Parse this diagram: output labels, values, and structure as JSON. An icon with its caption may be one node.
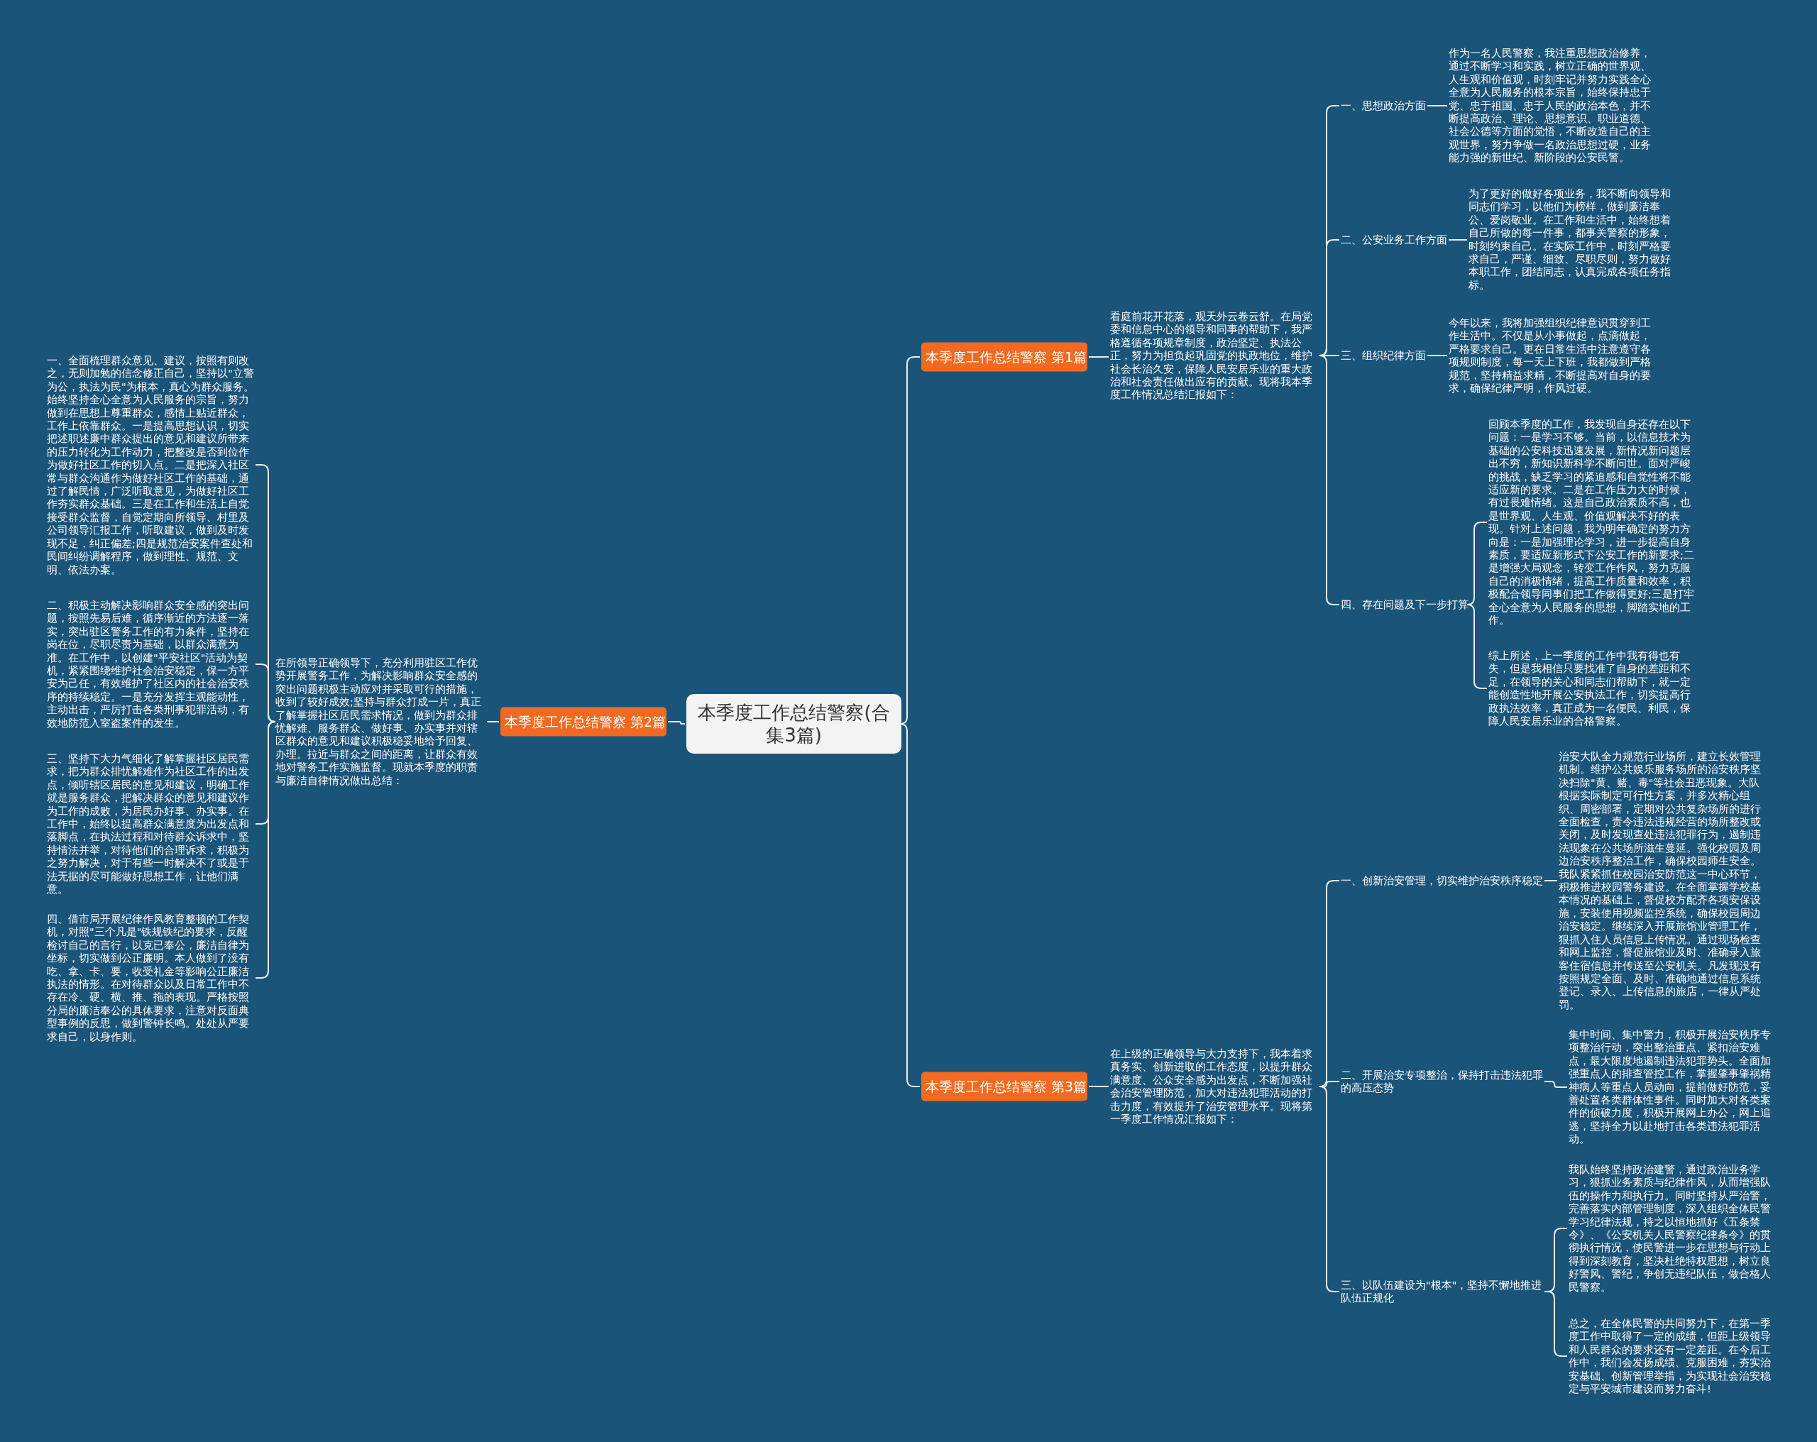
{
  "diagram": {
    "nodes": [
      {
        "text": [
          "本季度工作总结警察(合集3篇)"
        ]
      },
      {
        "text": [
          "本季度工作总结警察 第1篇"
        ]
      },
      {
        "text": [
          "看庭前花开花落，观天外云卷云舒。在局党委和信息中心的领导和同事的帮助下，我严格遵循各项规章制度，政治坚定、执法公正，努力为担负起巩固党的执政地位，维护社会长治久安，保障人民安居乐业的重大政治和社会责任做出应有的贡献。现将我本季度工作情况总结汇报如下："
        ]
      },
      {
        "text": [
          "一、思想政治方面"
        ]
      },
      {
        "text": [
          "作为一名人民警察，我注重思想政治修养，通过不断学习和实践，树立正确的世界观、人生观和价值观，时刻牢记并努力实践全心全意为人民服务的根本宗旨，始终保持忠于党、忠于祖国、忠于人民的政治本色，并不断提高政治、理论、思想意识、职业道德、社会公德等方面的觉悟，不断改造自己的主观世界，努力争做一名政治思想过硬，业务能力强的新世纪、新阶段的公安民警。"
        ]
      },
      {
        "text": [
          "二、公安业务工作方面"
        ]
      },
      {
        "text": [
          "为了更好的做好各项业务，我不断向领导和同志们学习，以他们为榜样，做到廉洁奉公、爱岗敬业。在工作和生活中，始终想着自己所做的每一件事，都事关警察的形象，时刻约束自己。在实际工作中，时刻严格要求自己，严谨、细致、尽职尽则，努力做好本职工作，团结同志，认真完成各项任务指标。"
        ]
      },
      {
        "text": [
          "三、组织纪律方面"
        ]
      },
      {
        "text": [
          "今年以来，我将加强组织纪律意识贯穿到工作生活中。不仅是从小事做起，点滴做起，严格要求自己。更在日常生活中注意遵守各项规则制度，每一天上下班，我都做到严格规范，坚持精益求精，不断提高对自身的要求，确保纪律严明，作风过硬。"
        ]
      },
      {
        "text": [
          "四、存在问题及下一步打算"
        ]
      },
      {
        "text": [
          "回顾本季度的工作，我发现自身还存在以下问题：一是学习不够。当前，以信息技术为基础的公安科技迅速发展，新情况新问题层出不穷，新知识新科学不断问世。面对严峻的挑战，缺乏学习的紧迫感和自觉性将不能适应新的要求。二是在工作压力大的时候，有过畏难情绪。这是自己政治素质不高，也是世界观、人生观、价值观解决不好的表现。针对上述问题，我为明年确定的努力方向是：一是加强理论学习，进一步提高自身素质，要适应新形式下公安工作的新要求;二是增强大局观念，转变工作作风，努力克服自己的消极情绪，提高工作质量和效率，积极配合领导同事们把工作做得更好;三是打牢全心全意为人民服务的思想，脚踏实地的工作。"
        ]
      },
      {
        "text": [
          "综上所述，上一季度的工作中我有得也有失，但是我相信只要找准了自身的差距和不足，在领导的关心和同志们帮助下，就一定能创造性地开展公安执法工作，切实提高行政执法效率，真正成为一名便民、利民，保障人民安居乐业的合格警察。"
        ]
      },
      {
        "text": [
          "本季度工作总结警察 第2篇"
        ]
      },
      {
        "text": [
          "在所领导正确领导下，充分利用驻区工作优势开展警务工作，为解决影响群众安全感的突出问题积极主动应对并采取可行的措施，收到了较好成效;坚持与群众打成一片，真正了解掌握社区居民需求情况，做到为群众排忧解难、服务群众、做好事、办实事并对辖区群众的意见和建议积极稳妥地给予回复、办理。拉近与群众之间的距离，让群众有效地对警务工作实施监督。现就本季度的职责与廉洁自律情况做出总结："
        ]
      },
      {
        "text": [
          "一、全面梳理群众意见、建议，按照有则改之，无则加勉的信念修正自己，坚持以\"立警为公，执法为民\"为根本，真心为群众服务。始终坚持全心全意为人民服务的宗旨，努力做到在思想上尊重群众，感情上贴近群众，工作上依靠群众。一是提高思想认识，切实把述职述廉中群众提出的意见和建议所带来的压力转化为工作动力，把整改是否到位作为做好社区工作的切入点。二是把深入社区常与群众沟通作为做好社区工作的基础，通过了解民情，广泛听取意见，为做好社区工作夯实群众基础。三是在工作和生活上自觉接受群众监督，自觉定期向所领导、村里及公司领导汇报工作，听取建议，做到及时发现不足，纠正偏差;四是规范治安案件查处和民间纠纷调解程序，做到理性、规范、文明、依法办案。"
        ]
      },
      {
        "text": [
          "二、积极主动解决影响群众安全感的突出问题，按照先易后难，循序渐近的方法逐一落实，突出驻区警务工作的有力条件，坚持在岗在位，尽职尽责为基础，以群众满意为准。在工作中，以创建\"平安社区\"活动为契机，紧紧围绕维护社会治安稳定，保一方平安为己任，有效维护了社区内的社会治安秩序的持续稳定。一是充分发挥主观能动性，主动出击，严厉打击各类刑事犯罪活动，有效地防范入室盗案件的发生。"
        ]
      },
      {
        "text": [
          "三、坚持下大力气细化了解掌握社区居民需求，把为群众排忧解难作为社区工作的出发点，倾听辖区居民的意见和建议，明确工作就是服务群众，把解决群众的意见和建议作为工作的成败，为居民办好事、办实事。在工作中，始终以提高群众满意度为出发点和落脚点，在执法过程和对待群众诉求中，坚持情法并举，对待他们的合理诉求，积极为之努力解决，对于有些一时解决不了或是于法无据的尽可能做好思想工作，让他们满意。"
        ]
      },
      {
        "text": [
          "四、借市局开展纪律作风教育整顿的工作契机，对照\"三个凡是\"铁规铁纪的要求，反醒检讨自己的言行，以克已奉公，廉洁自律为坐标，切实做到公正廉明。本人做到了没有吃、拿、卡、要，收受礼金等影响公正廉洁执法的情形。在对待群众以及日常工作中不存在冷、硬、横、推、拖的表现。严格按照分局的廉洁奉公的具体要求，注意对反面典型事例的反思，做到警钟长鸣。处处从严要求自己，以身作则。"
        ]
      },
      {
        "text": [
          "本季度工作总结警察 第3篇"
        ]
      },
      {
        "text": [
          "在上级的正确领导与大力支持下，我本着求真务实、创新进取的工作态度，以提升群众满意度、公众安全感为出发点，不断加强社会治安管理防范，加大对违法犯罪活动的打击力度，有效提升了治安管理水平。现将第一季度工作情况汇报如下："
        ]
      },
      {
        "text": [
          "一、创新治安管理，切实维护治安秩序稳定"
        ]
      },
      {
        "text": [
          "治安大队全力规范行业场所，建立长效管理机制。维护公共娱乐服务场所的治安秩序坚决扫除\"黄、赌、毒\"等社会丑恶现象。大队根据实际制定可行性方案，并多次精心组织、周密部署，定期对公共复杂场所的进行全面检查，责令违法违规经营的场所整改或关闭，及时发现查处违法犯罪行为，遏制违法现象在公共场所滋生蔓延。强化校园及周边治安秩序整治工作，确保校园师生安全。我队紧紧抓住校园治安防范这一中心环节，积极推进校园警务建设。在全面掌握学校基本情况的基础上，督促校方配齐各项安保设施，安装使用视频监控系统，确保校园周边治安稳定。继续深入开展旅馆业管理工作，狠抓入住人员信息上传情况。通过现场检查和网上监控，督促旅馆业及时、准确录入旅客住宿信息并传送至公安机关。凡发现没有按照规定全面、及时、准确地通过信息系统登记、录入、上传信息的旅店，一律从严处罚。"
        ]
      },
      {
        "text": [
          "二、开展治安专项整治，保持打击违法犯罪的高压态势"
        ]
      },
      {
        "text": [
          "集中时间、集中警力，积极开展治安秩序专项整治行动，突出整治重点、紧扣治安难点，最大限度地遏制违法犯罪势头。全面加强重点人的排查管控工作，掌握肇事肇祸精神病人等重点人员动向，提前做好防范，妥善处置各类群体性事件。同时加大对各类案件的侦破力度，积极开展网上办公，网上追逃，坚持全力以赴地打击各类违法犯罪活动。"
        ]
      },
      {
        "text": [
          "三、以队伍建设为\"根本\"，坚持不懈地推进队伍正规化"
        ]
      },
      {
        "text": [
          "我队始终坚持政治建警，通过政治业务学习，狠抓业务素质与纪律作风，从而增强队伍的操作力和执行力。同时坚持从严治警，完善落实内部管理制度，深入组织全体民警学习纪律法规，持之以恒地抓好《五条禁令》、《公安机关人民警察纪律条令》的贯彻执行情况，使民警进一步在思想与行动上得到深刻教育，坚决杜绝特权思想，树立良好警风、警纪，争创无违纪队伍，做合格人民警察。"
        ]
      },
      {
        "text": [
          "总之，在全体民警的共同努力下，在第一季度工作中取得了一定的成绩，但距上级领导和人民群众的要求还有一定差距。在今后工作中，我们会发扬成绩、克服困难，夯实治安基础、创新管理举措，为实现社会治安稳定与平安城市建设而努力奋斗!"
        ]
      }
    ],
    "edges": [
      {
        "from": 0,
        "to": 1,
        "arrow": "none"
      },
      {
        "from": 1,
        "to": 2,
        "arrow": "none"
      },
      {
        "from": 2,
        "to": 3,
        "arrow": "none"
      },
      {
        "from": 3,
        "to": 4,
        "arrow": "none"
      },
      {
        "from": 2,
        "to": 5,
        "arrow": "none"
      },
      {
        "from": 5,
        "to": 6,
        "arrow": "none"
      },
      {
        "from": 2,
        "to": 7,
        "arrow": "none"
      },
      {
        "from": 7,
        "to": 8,
        "arrow": "none"
      },
      {
        "from": 2,
        "to": 9,
        "arrow": "none"
      },
      {
        "from": 9,
        "to": 10,
        "arrow": "none"
      },
      {
        "from": 9,
        "to": 11,
        "arrow": "none"
      },
      {
        "from": 0,
        "to": 12,
        "arrow": "none"
      },
      {
        "from": 12,
        "to": 13,
        "arrow": "none"
      },
      {
        "from": 13,
        "to": 14,
        "arrow": "none"
      },
      {
        "from": 13,
        "to": 15,
        "arrow": "none"
      },
      {
        "from": 13,
        "to": 16,
        "arrow": "none"
      },
      {
        "from": 13,
        "to": 17,
        "arrow": "none"
      },
      {
        "from": 0,
        "to": 18,
        "arrow": "none"
      },
      {
        "from": 18,
        "to": 19,
        "arrow": "none"
      },
      {
        "from": 19,
        "to": 20,
        "arrow": "none"
      },
      {
        "from": 20,
        "to": 21,
        "arrow": "none"
      },
      {
        "from": 19,
        "to": 22,
        "arrow": "none"
      },
      {
        "from": 22,
        "to": 23,
        "arrow": "none"
      },
      {
        "from": 19,
        "to": 24,
        "arrow": "none"
      },
      {
        "from": 24,
        "to": 25,
        "arrow": "none"
      },
      {
        "from": 24,
        "to": 26,
        "arrow": "none"
      }
    ]
  }
}
